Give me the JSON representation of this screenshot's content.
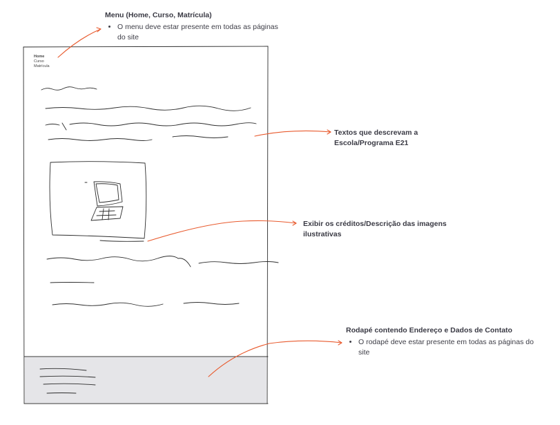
{
  "mockup": {
    "menu_items": [
      "Home",
      "Curso",
      "Matrícula"
    ]
  },
  "annotations": {
    "menu": {
      "title": "Menu (Home, Curso, Matrícula)",
      "bullets": [
        "O menu deve estar presente em todas as páginas do site"
      ]
    },
    "texts": {
      "title": "Textos que descrevam a Escola/Programa E21"
    },
    "credits": {
      "title": "Exibir os créditos/Descrição das imagens ilustrativas"
    },
    "footer": {
      "title": "Rodapé contendo Endereço e Dados de Contato",
      "bullets": [
        "O rodapé deve estar presente em todas as páginas do site"
      ]
    }
  },
  "colors": {
    "arrow": "#e8592c",
    "footer_bg": "#e5e5e8",
    "sketch": "#2c2c2c"
  }
}
